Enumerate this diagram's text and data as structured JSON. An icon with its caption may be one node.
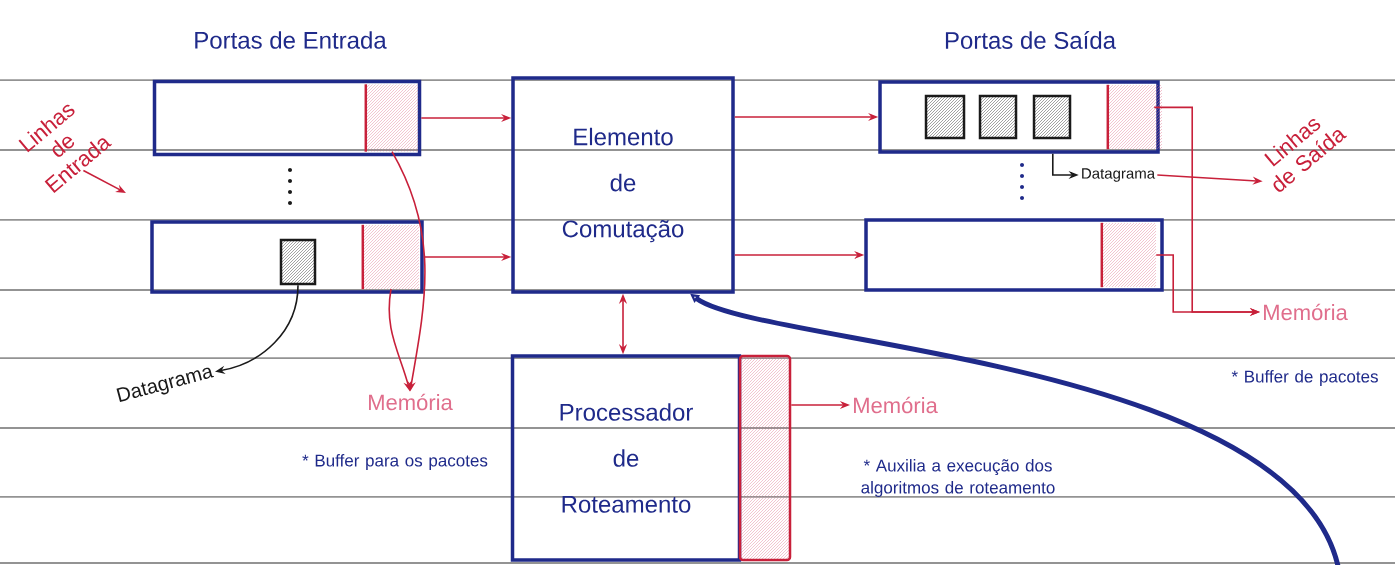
{
  "diagram": {
    "nodes": [
      {
        "text": [],
        "shape": "box"
      },
      {
        "text": [],
        "shape": "box",
        "in": 0
      },
      {
        "text": [],
        "shape": "box"
      },
      {
        "text": [],
        "shape": "box",
        "in": 2
      },
      {
        "text": [],
        "shape": "box",
        "in": 2
      },
      {
        "text": [
          "Elemento de Comutação"
        ]
      },
      {
        "text": [],
        "shape": "box"
      },
      {
        "text": [],
        "shape": "box",
        "in": 6
      },
      {
        "text": [],
        "shape": "box",
        "in": 6
      },
      {
        "text": [],
        "shape": "box",
        "in": 6
      },
      {
        "text": [],
        "shape": "box",
        "in": 6
      },
      {
        "text": [],
        "shape": "box"
      },
      {
        "text": [],
        "shape": "box",
        "in": 11
      },
      {
        "text": [
          "Processador de Roteamento"
        ]
      },
      {
        "text": [],
        "shape": "bar"
      },
      {
        "text": [
          "Linhas de Entrada"
        ]
      },
      {
        "text": [
          "Datagrama"
        ]
      },
      {
        "text": [
          "Memória"
        ]
      },
      {
        "text": [
          "Datagrama"
        ]
      },
      {
        "text": [
          "Linhas de Saída"
        ]
      },
      {
        "text": [
          "Memória"
        ]
      },
      {
        "text": [
          "Memória"
        ]
      }
    ],
    "edges": [
      {
        "from": 0,
        "to": 5,
        "arrow": "to"
      },
      {
        "from": 2,
        "to": 5,
        "arrow": "to"
      },
      {
        "from": 5,
        "to": 6,
        "arrow": "to"
      },
      {
        "from": 5,
        "to": 11,
        "arrow": "to"
      },
      {
        "from": 5,
        "to": 13,
        "arrow": "both"
      },
      {
        "from": null,
        "to": 5,
        "arrow": "to",
        "style": "thick",
        "color": "#1f2a8a"
      },
      {
        "from": 15,
        "to": null,
        "arrow": "to"
      },
      {
        "from": 3,
        "to": 16,
        "arrow": "to",
        "color": "#1a1a1a"
      },
      {
        "from": 1,
        "to": 17,
        "arrow": "to"
      },
      {
        "from": 4,
        "to": 17,
        "arrow": "to"
      },
      {
        "from": 6,
        "to": 18,
        "arrow": "to",
        "color": "#1a1a1a"
      },
      {
        "from": 18,
        "to": 19,
        "arrow": "to"
      },
      {
        "from": 10,
        "to": 20,
        "arrow": "to"
      },
      {
        "from": 12,
        "to": 20,
        "arrow": "to"
      },
      {
        "from": 14,
        "to": 21,
        "arrow": "to"
      }
    ],
    "labels": [
      "Portas de Entrada",
      "Portas de Saída",
      "* Buffer para os pacotes",
      "* Auxilia a execução dos algoritmos de roteamento",
      "* Buffer de pacotes"
    ]
  }
}
